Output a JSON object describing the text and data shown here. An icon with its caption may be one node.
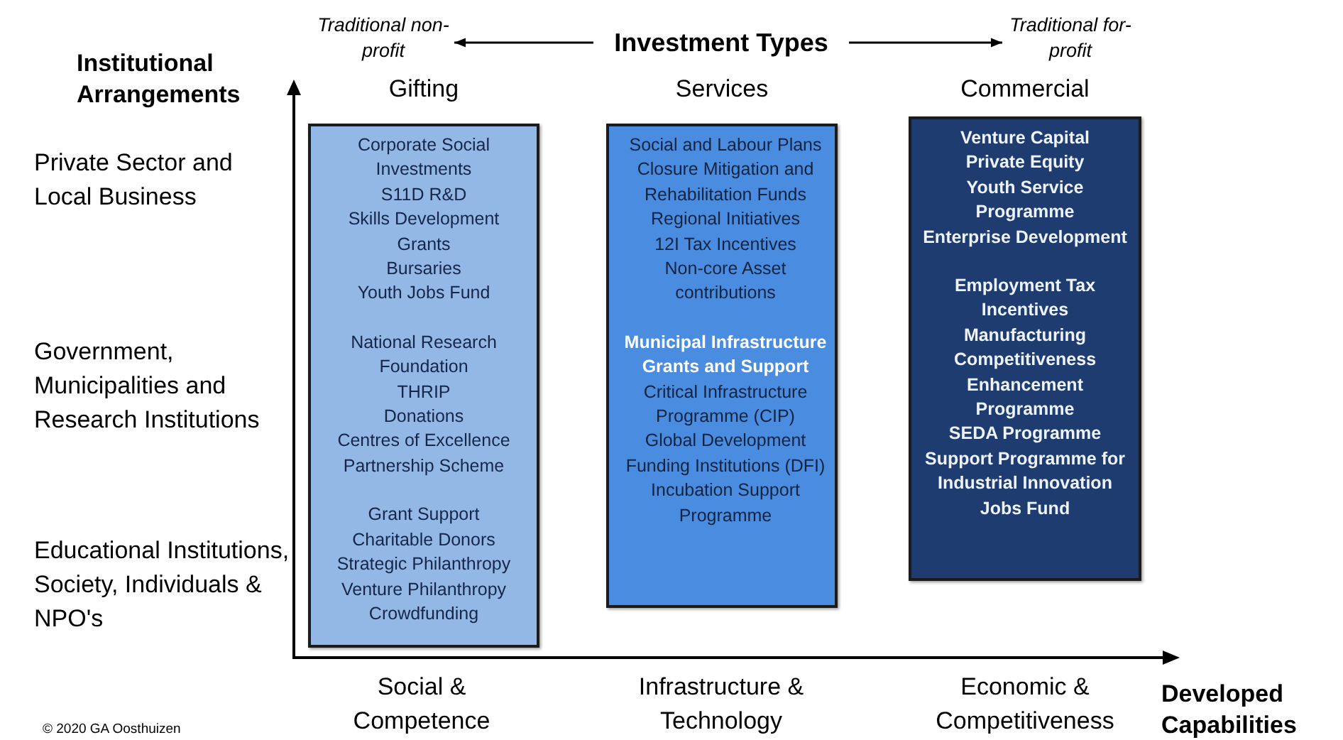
{
  "diagram": {
    "nodes": [
      {
        "text": [
          "Traditional non-profit"
        ]
      },
      {
        "text": [
          "Investment Types"
        ]
      },
      {
        "text": [
          "Traditional for-profit"
        ]
      },
      {
        "text": [
          "Gifting",
          "Corporate Social Investments",
          "S11D R&D",
          "Skills Development Grants",
          "Bursaries",
          "Youth Jobs Fund",
          "National Research Foundation",
          "THRIP",
          "Donations",
          "Centres of Excellence",
          "Partnership Scheme",
          "Grant Support",
          "Charitable Donors",
          "Strategic Philanthropy",
          "Venture Philanthropy",
          "Crowdfunding"
        ]
      },
      {
        "text": [
          "Services",
          "Social and Labour Plans",
          "Closure Mitigation and Rehabilitation Funds",
          "Regional Initiatives",
          "12I Tax Incentives",
          "Non-core Asset contributions",
          "Municipal Infrastructure Grants and Support",
          "Critical Infrastructure Programme (CIP)",
          "Global Development Funding Institutions (DFI)",
          "Incubation Support Programme"
        ]
      },
      {
        "text": [
          "Commercial",
          "Venture Capital",
          "Private Equity",
          "Youth Service Programme",
          "Enterprise Development",
          "Employment Tax Incentives",
          "Manufacturing Competitiveness Enhancement Programme",
          "SEDA Programme",
          "Support Programme for Industrial Innovation",
          "Jobs Fund"
        ]
      }
    ],
    "edges": [
      {
        "from": 1,
        "to": 0,
        "arrow": "to"
      },
      {
        "from": 1,
        "to": 2,
        "arrow": "to"
      }
    ],
    "labels": [
      "Institutional Arrangements",
      "Private Sector and Local Business",
      "Government, Municipalities and Research Institutions",
      "Educational Institutions, Society, Individuals & NPO's",
      "Social & Competence",
      "Infrastructure & Technology",
      "Economic & Competitiveness",
      "Developed Capabilities",
      "© 2020 GA Oosthuizen"
    ]
  }
}
